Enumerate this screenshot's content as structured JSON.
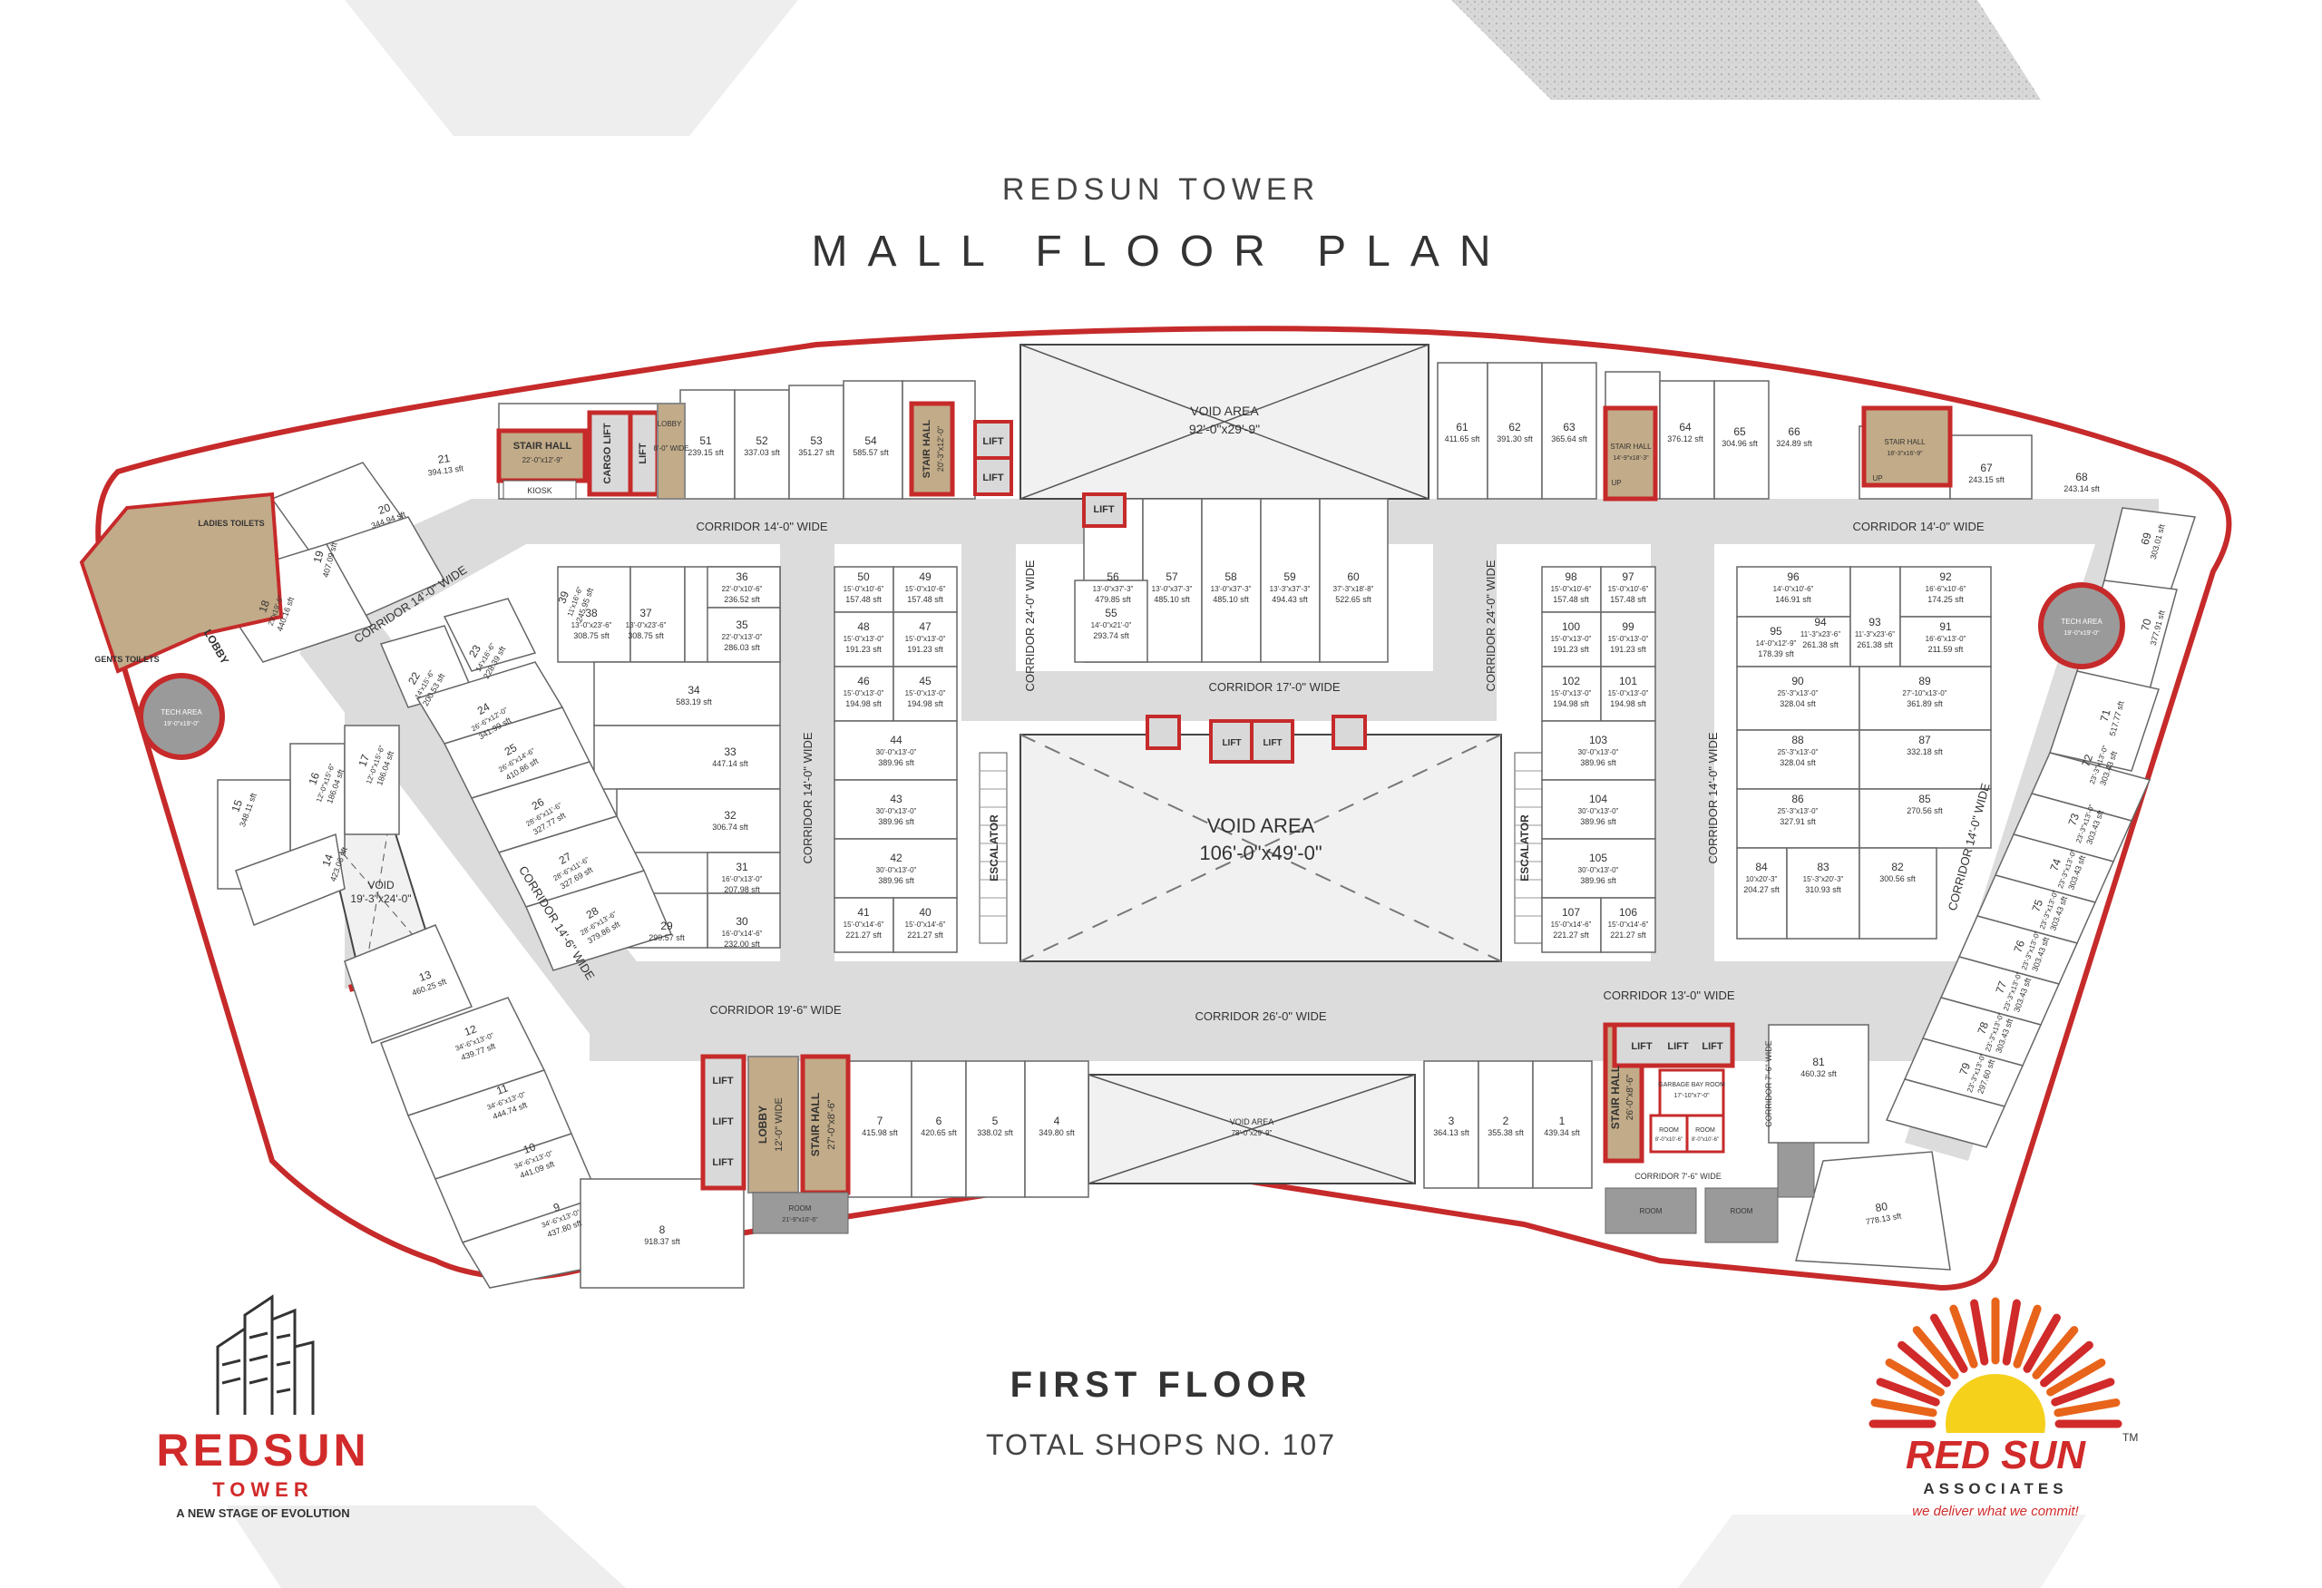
{
  "header": {
    "subtitle": "REDSUN TOWER",
    "title": "MALL FLOOR PLAN"
  },
  "footer": {
    "floor": "FIRST FLOOR",
    "total_shops": "TOTAL SHOPS NO. 107"
  },
  "logo_left": {
    "brand": "REDSUN",
    "sub": "TOWER",
    "tagline": "A NEW STAGE OF EVOLUTION"
  },
  "logo_right": {
    "brand": "RED SUN",
    "tm": "TM",
    "sub": "ASSOCIATES",
    "tagline": "we deliver what we commit!"
  },
  "colors": {
    "wall": "#c62a2a",
    "corridor": "#dcdcdc",
    "void": "#f1f1f1",
    "service": "#9a9a9a",
    "lobby": "#c2ab88",
    "text": "#333333"
  },
  "corridors": {
    "top_left": "CORRIDOR 14'-0\" WIDE",
    "top_right": "CORRIDOR 14'-0\" WIDE",
    "diag_left": "CORRIDOR 14'-0\" WIDE",
    "diag_left_lower": "CORRIDOR 14'-6\" WIDE",
    "left_vertical": "CORRIDOR 14'-0\" WIDE",
    "upper_left": "CORRIDOR 24'-0\" WIDE",
    "upper_right": "CORRIDOR 24'-0\" WIDE",
    "mid": "CORRIDOR 17'-0\" WIDE",
    "right_vertical": "CORRIDOR 14'-0\" WIDE",
    "far_right": "CORRIDOR 14'-0\" WIDE",
    "bottom_left": "CORRIDOR 19'-6\" WIDE",
    "bottom_main": "CORRIDOR 26'-0\" WIDE",
    "bottom_right": "CORRIDOR 13'-0\" WIDE",
    "corr_76a": "CORRIDOR 7'-6\" WIDE",
    "corr_76b": "CORRIDOR 7'-6\" WIDE"
  },
  "voids": {
    "top": {
      "name": "VOID AREA",
      "size": "92'-0\"x29'-9\""
    },
    "center": {
      "name": "VOID AREA",
      "size": "106'-0\"x49'-0\""
    },
    "bottom": {
      "name": "VOID AREA",
      "size": "78'-0\"x29'-9\""
    },
    "left": {
      "name": "VOID",
      "size": "19'-3\"x24'-0\""
    }
  },
  "facilities": {
    "stair_hall_left": {
      "name": "STAIR HALL",
      "size": "22'-0\"x12'-9\""
    },
    "cargo_lift": "CARGO LIFT",
    "lift": "LIFT",
    "lobby_top": {
      "name": "LOBBY",
      "size": "8'-0\" WIDE"
    },
    "kiosk": "KIOSK",
    "stair_hall_mid": {
      "name": "STAIR HALL",
      "size": "20'-3\"x12'-0\""
    },
    "stair_hall_r1": {
      "name": "STAIR HALL",
      "size": "14'-9\"x18'-3\""
    },
    "stair_hall_r2": {
      "name": "STAIR HALL",
      "size": "18'-3\"x16'-9\""
    },
    "up": "UP",
    "ladies": "LADIES TOILETS",
    "gents": "GENTS TOILETS",
    "lobby_left": "LOBBY",
    "tech_left": {
      "name": "TECH AREA",
      "size": "19'-0\"x19'-0\""
    },
    "tech_right": {
      "name": "TECH AREA",
      "size": "19'-0\"x19'-0\""
    },
    "escalator": "ESCALATOR",
    "lobby_bottom": {
      "name": "LOBBY",
      "size": "12'-0\" WIDE"
    },
    "stair_hall_bottom": {
      "name": "STAIR HALL",
      "size": "27'-0\"x8'-6\""
    },
    "room_bottom": {
      "name": "ROOM",
      "size": "21'-9\"x10'-6\""
    },
    "stair_hall_br": {
      "name": "STAIR HALL",
      "size": "26'-0\"x8'-6\""
    },
    "garbage": {
      "name": "GARBAGE BAY ROOM",
      "size": "17'-10\"x7'-0\""
    },
    "room_a": {
      "name": "ROOM",
      "size": "8'-0\"x10'-6\""
    },
    "room_b": {
      "name": "ROOM",
      "size": "8'-0\"x10'-6\""
    },
    "room": "ROOM"
  },
  "shops": [
    {
      "no": "21",
      "area": "394.13 sft"
    },
    {
      "no": "20",
      "area": "344.94 sft"
    },
    {
      "no": "19",
      "area": "407.09 sft"
    },
    {
      "no": "18",
      "dim": "23'x19'-6\"",
      "area": "440.16 sft"
    },
    {
      "no": "51",
      "area": "239.15 sft"
    },
    {
      "no": "52",
      "area": "337.03 sft"
    },
    {
      "no": "53",
      "area": "351.27 sft"
    },
    {
      "no": "54",
      "area": "585.57 sft"
    },
    {
      "no": "61",
      "area": "411.65 sft"
    },
    {
      "no": "62",
      "area": "391.30 sft"
    },
    {
      "no": "63",
      "area": "365.64 sft"
    },
    {
      "no": "64",
      "area": "376.12 sft"
    },
    {
      "no": "65",
      "area": "304.96 sft"
    },
    {
      "no": "66",
      "area": "324.89 sft"
    },
    {
      "no": "67",
      "area": "243.15 sft"
    },
    {
      "no": "68",
      "area": "243.14 sft"
    },
    {
      "no": "69",
      "area": "303.01 sft"
    },
    {
      "no": "70",
      "area": "377.91 sft"
    },
    {
      "no": "71",
      "area": "517.77 sft"
    },
    {
      "no": "56",
      "dim": "13'-0\"x37'-3\"",
      "area": "479.85 sft"
    },
    {
      "no": "57",
      "dim": "13'-0\"x37'-3\"",
      "area": "485.10 sft"
    },
    {
      "no": "58",
      "dim": "13'-0\"x37'-3\"",
      "area": "485.10 sft"
    },
    {
      "no": "59",
      "dim": "13'-3\"x37'-3\"",
      "area": "494.43 sft"
    },
    {
      "no": "60",
      "dim": "37'-3\"x18'-8\"",
      "area": "522.65 sft"
    },
    {
      "no": "55",
      "dim": "14'-0\"x21'-0\"",
      "area": "293.74 sft"
    },
    {
      "no": "39",
      "dim": "11'x16'-6\"",
      "area": "245.95 sft"
    },
    {
      "no": "38",
      "dim": "13'-0\"x23'-6\"",
      "area": "308.75 sft"
    },
    {
      "no": "37",
      "dim": "13'-0\"x23'-6\"",
      "area": "308.75 sft"
    },
    {
      "no": "36",
      "dim": "22'-0\"x10'-6\"",
      "area": "236.52 sft"
    },
    {
      "no": "35",
      "dim": "22'-0\"x13'-0\"",
      "area": "286.03 sft"
    },
    {
      "no": "34",
      "area": "583.19 sft"
    },
    {
      "no": "33",
      "area": "447.14 sft"
    },
    {
      "no": "32",
      "area": "306.74 sft"
    },
    {
      "no": "31",
      "dim": "16'-0\"x13'-0\"",
      "area": "207.98 sft"
    },
    {
      "no": "30",
      "dim": "16'-0\"x14'-6\"",
      "area": "232.00 sft"
    },
    {
      "no": "29",
      "area": "299.57 sft"
    },
    {
      "no": "23",
      "dim": "14'x16'-6\"",
      "area": "228.39 sft"
    },
    {
      "no": "22",
      "dim": "14'x15'-6\"",
      "area": "200.53 sft"
    },
    {
      "no": "24",
      "dim": "26'-6\"x12'-0\"",
      "area": "341.99 sft"
    },
    {
      "no": "25",
      "dim": "26'-6\"x14'-6\"",
      "area": "410.86 sft"
    },
    {
      "no": "26",
      "dim": "28'-6\"x11'-6\"",
      "area": "327.77 sft"
    },
    {
      "no": "27",
      "dim": "28'-6\"x11'-6\"",
      "area": "327.69 sft"
    },
    {
      "no": "28",
      "dim": "28'-6\"x13'-6\"",
      "area": "379.86 sft"
    },
    {
      "no": "16",
      "dim": "12'-0\"x15'-6\"",
      "area": "186.04 sft"
    },
    {
      "no": "17",
      "dim": "12'-0\"x15'-6\"",
      "area": "186.04 sft"
    },
    {
      "no": "15",
      "area": "348.11 sft"
    },
    {
      "no": "14",
      "area": "423.06 sft"
    },
    {
      "no": "13",
      "area": "460.25 sft"
    },
    {
      "no": "12",
      "dim": "34'-6\"x13'-0\"",
      "area": "439.77 sft"
    },
    {
      "no": "11",
      "dim": "34'-6\"x13'-0\"",
      "area": "444.74 sft"
    },
    {
      "no": "10",
      "dim": "34'-6\"x13'-0\"",
      "area": "441.09 sft"
    },
    {
      "no": "9",
      "dim": "34'-6\"x13'-0\"",
      "area": "437.80 sft"
    },
    {
      "no": "8",
      "area": "918.37 sft"
    },
    {
      "no": "50",
      "dim": "15'-0\"x10'-6\"",
      "area": "157.48 sft"
    },
    {
      "no": "49",
      "dim": "15'-0\"x10'-6\"",
      "area": "157.48 sft"
    },
    {
      "no": "48",
      "dim": "15'-0\"x13'-0\"",
      "area": "191.23 sft"
    },
    {
      "no": "47",
      "dim": "15'-0\"x13'-0\"",
      "area": "191.23 sft"
    },
    {
      "no": "46",
      "dim": "15'-0\"x13'-0\"",
      "area": "194.98 sft"
    },
    {
      "no": "45",
      "dim": "15'-0\"x13'-0\"",
      "area": "194.98 sft"
    },
    {
      "no": "44",
      "dim": "30'-0\"x13'-0\"",
      "area": "389.96 sft"
    },
    {
      "no": "43",
      "dim": "30'-0\"x13'-0\"",
      "area": "389.96 sft"
    },
    {
      "no": "42",
      "dim": "30'-0\"x13'-0\"",
      "area": "389.96 sft"
    },
    {
      "no": "41",
      "dim": "15'-0\"x14'-6\"",
      "area": "221.27 sft"
    },
    {
      "no": "40",
      "dim": "15'-0\"x14'-6\"",
      "area": "221.27 sft"
    },
    {
      "no": "98",
      "dim": "15'-0\"x10'-6\"",
      "area": "157.48 sft"
    },
    {
      "no": "97",
      "dim": "15'-0\"x10'-6\"",
      "area": "157.48 sft"
    },
    {
      "no": "100",
      "dim": "15'-0\"x13'-0\"",
      "area": "191.23 sft"
    },
    {
      "no": "99",
      "dim": "15'-0\"x13'-0\"",
      "area": "191.23 sft"
    },
    {
      "no": "102",
      "dim": "15'-0\"x13'-0\"",
      "area": "194.98 sft"
    },
    {
      "no": "101",
      "dim": "15'-0\"x13'-0\"",
      "area": "194.98 sft"
    },
    {
      "no": "103",
      "dim": "30'-0\"x13'-0\"",
      "area": "389.96 sft"
    },
    {
      "no": "104",
      "dim": "30'-0\"x13'-0\"",
      "area": "389.96 sft"
    },
    {
      "no": "105",
      "dim": "30'-0\"x13'-0\"",
      "area": "389.96 sft"
    },
    {
      "no": "107",
      "dim": "15'-0\"x14'-6\"",
      "area": "221.27 sft"
    },
    {
      "no": "106",
      "dim": "15'-0\"x14'-6\"",
      "area": "221.27 sft"
    },
    {
      "no": "96",
      "dim": "14'-0\"x10'-6\"",
      "area": "146.91 sft"
    },
    {
      "no": "94",
      "dim": "11'-3\"x23'-6\"",
      "area": "261.38 sft"
    },
    {
      "no": "93",
      "dim": "11'-3\"x23'-6\"",
      "area": "261.38 sft"
    },
    {
      "no": "92",
      "dim": "16'-6\"x10'-6\"",
      "area": "174.25 sft"
    },
    {
      "no": "95",
      "dim": "14'-0\"x12'-9\"",
      "area": "178.39 sft"
    },
    {
      "no": "91",
      "dim": "16'-6\"x13'-0\"",
      "area": "211.59 sft"
    },
    {
      "no": "90",
      "dim": "25'-3\"x13'-0\"",
      "area": "328.04 sft"
    },
    {
      "no": "89",
      "dim": "27'-10\"x13'-0\"",
      "area": "361.89 sft"
    },
    {
      "no": "88",
      "dim": "25'-3\"x13'-0\"",
      "area": "328.04 sft"
    },
    {
      "no": "87",
      "area": "332.18 sft"
    },
    {
      "no": "86",
      "dim": "25'-3\"x13'-0\"",
      "area": "327.91 sft"
    },
    {
      "no": "85",
      "area": "270.56 sft"
    },
    {
      "no": "84",
      "dim": "10'x20'-3\"",
      "area": "204.27 sft"
    },
    {
      "no": "83",
      "dim": "15'-3\"x20'-3\"",
      "area": "310.93 sft"
    },
    {
      "no": "82",
      "area": "300.56 sft"
    },
    {
      "no": "72",
      "dim": "23'-3\"x13'-0\"",
      "area": "303.43 sft"
    },
    {
      "no": "73",
      "dim": "23'-3\"x13'-0\"",
      "area": "303.43 sft"
    },
    {
      "no": "74",
      "dim": "23'-3\"x13'-0\"",
      "area": "303.43 sft"
    },
    {
      "no": "75",
      "dim": "23'-3\"x13'-0\"",
      "area": "303.43 sft"
    },
    {
      "no": "76",
      "dim": "23'-3\"x13'-0\"",
      "area": "303.43 sft"
    },
    {
      "no": "77",
      "dim": "23'-3\"x13'-0\"",
      "area": "303.43 sft"
    },
    {
      "no": "78",
      "dim": "23'-3\"x13'-0\"",
      "area": "303.43 sft"
    },
    {
      "no": "79",
      "dim": "23'-3\"x13'-0\"",
      "area": "297.60 sft"
    },
    {
      "no": "80",
      "area": "778.13 sft"
    },
    {
      "no": "81",
      "area": "460.32 sft"
    },
    {
      "no": "7",
      "area": "415.98 sft"
    },
    {
      "no": "6",
      "area": "420.65 sft"
    },
    {
      "no": "5",
      "area": "338.02 sft"
    },
    {
      "no": "4",
      "area": "349.80 sft"
    },
    {
      "no": "3",
      "area": "364.13 sft"
    },
    {
      "no": "2",
      "area": "355.38 sft"
    },
    {
      "no": "1",
      "area": "439.34 sft"
    }
  ]
}
